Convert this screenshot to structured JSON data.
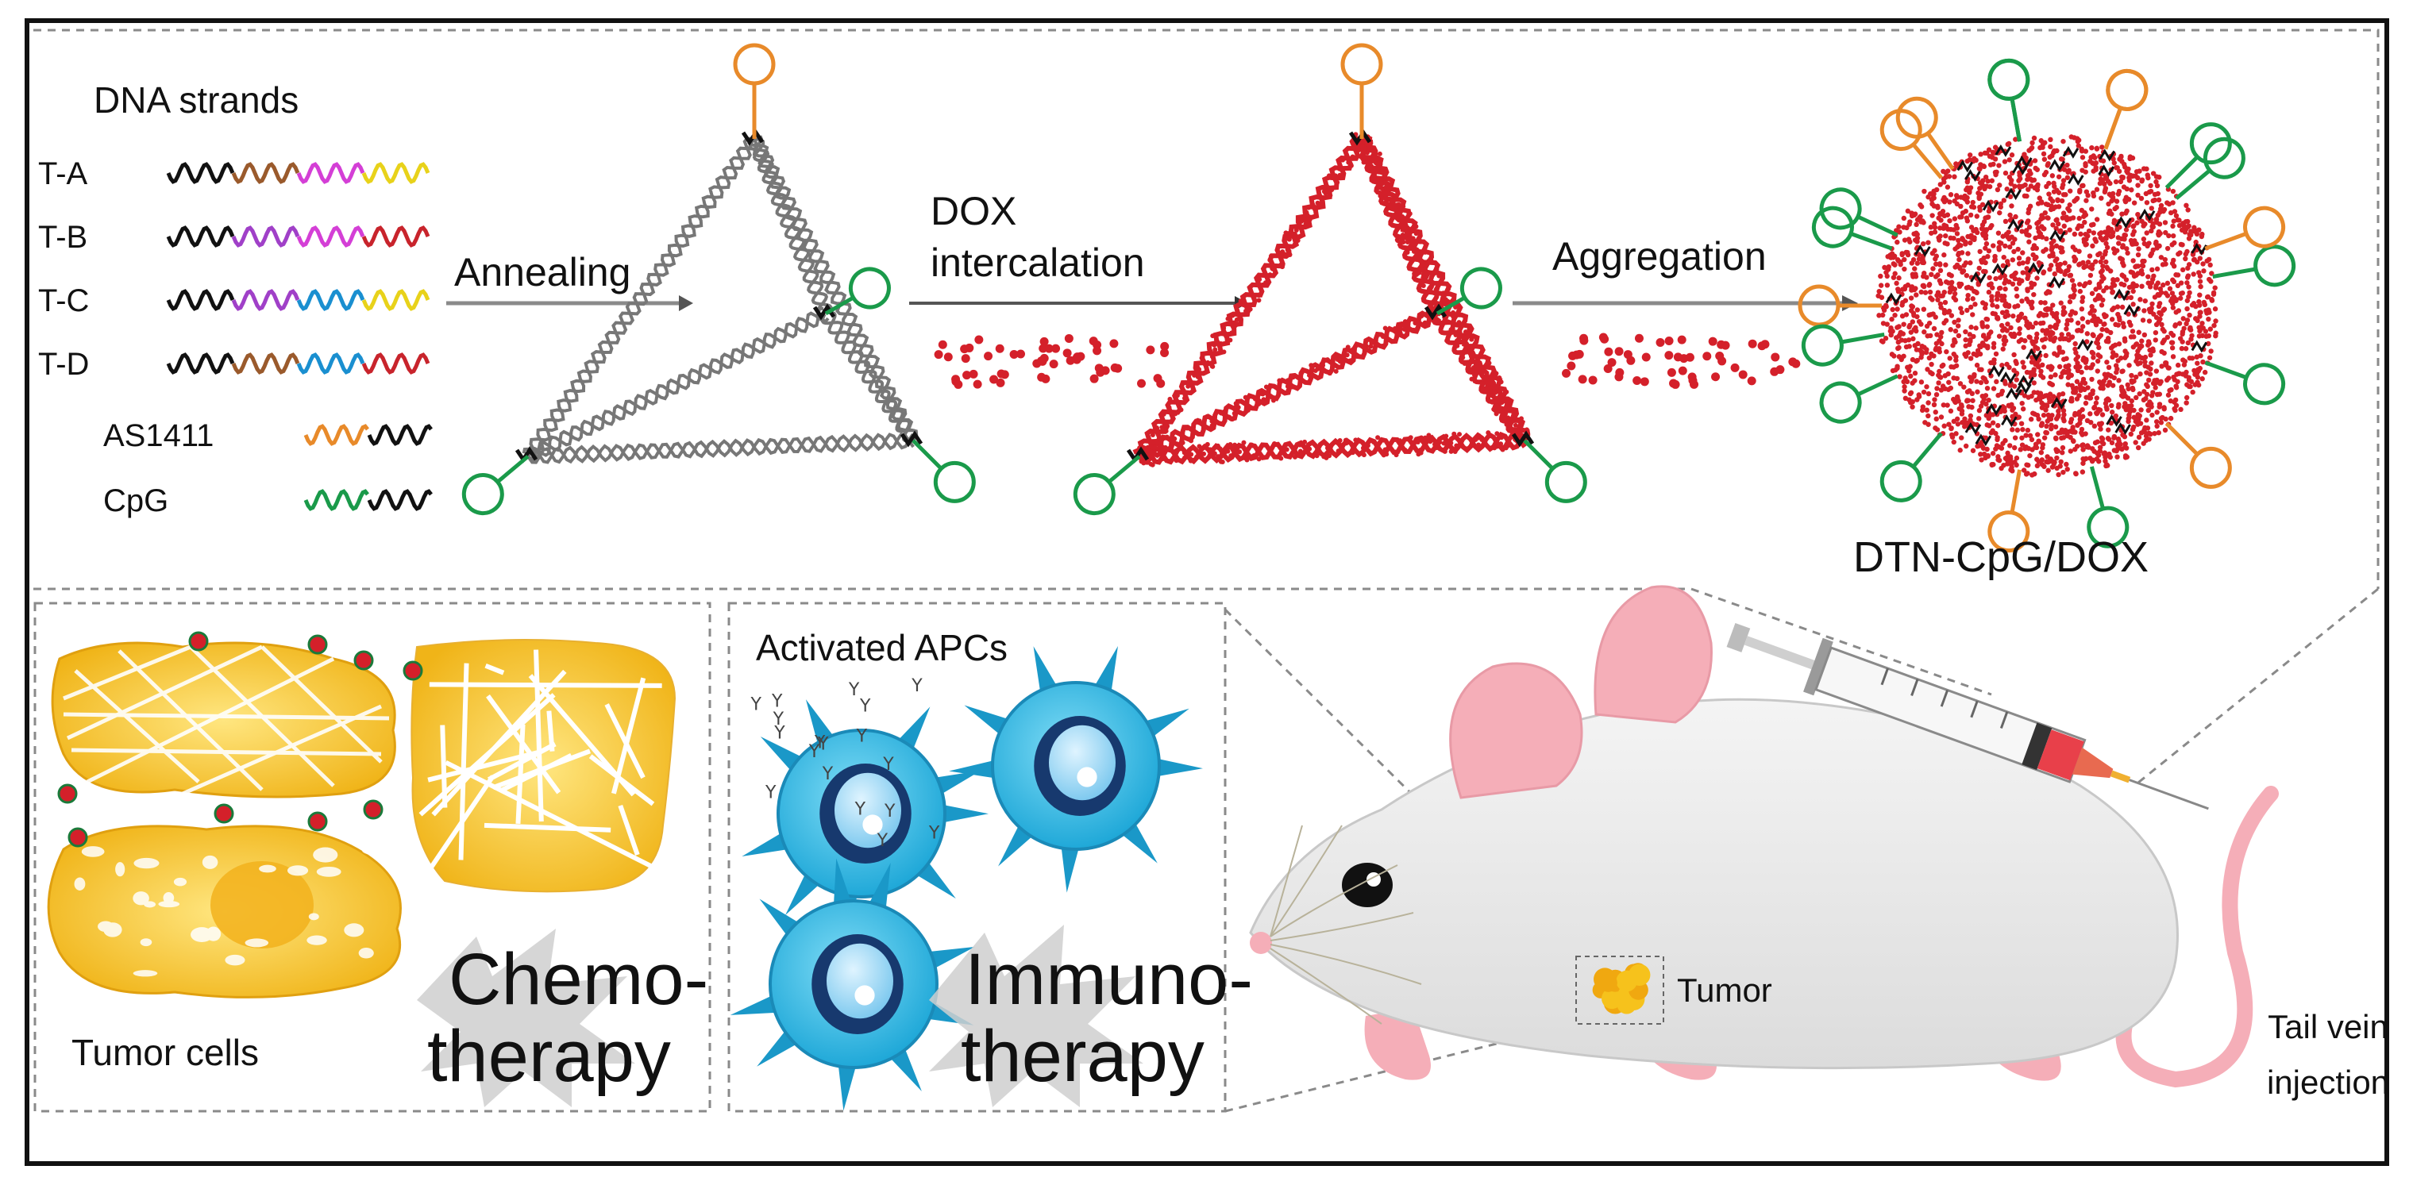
{
  "strands": {
    "heading": "DNA strands",
    "items": [
      {
        "label": "T-A",
        "colors": [
          "#111111",
          "#9a5a2c",
          "#d43fd6",
          "#e8d21a"
        ]
      },
      {
        "label": "T-B",
        "colors": [
          "#111111",
          "#a040c8",
          "#d43fd6",
          "#c8242c"
        ]
      },
      {
        "label": "T-C",
        "colors": [
          "#111111",
          "#a040c8",
          "#1a8fd0",
          "#e8d21a"
        ]
      },
      {
        "label": "T-D",
        "colors": [
          "#111111",
          "#9a5a2c",
          "#1a8fd0",
          "#c8242c"
        ]
      },
      {
        "label": "AS1411",
        "colors": [
          "#e88a2a",
          "#111111"
        ]
      },
      {
        "label": "CpG",
        "colors": [
          "#1a9a4a",
          "#111111"
        ]
      }
    ]
  },
  "steps": {
    "annealing": "Annealing",
    "dox_line1": "DOX",
    "dox_line2": "intercalation",
    "aggregation": "Aggregation",
    "product": "DTN-CpG/DOX"
  },
  "bottom": {
    "tumor_cells": "Tumor cells",
    "chemo_line1": "Chemo-",
    "chemo_line2": "therapy",
    "apcs": "Activated APCs",
    "immuno_line1": "Immuno-",
    "immuno_line2": "therapy",
    "tumor": "Tumor",
    "inj_line1": "Tail vein",
    "inj_line2": "injection"
  },
  "colors": {
    "dox_red": "#d4202a",
    "cpg_green": "#1a9a4a",
    "aptamer_orange": "#e88a2a",
    "tumor_yellow": "#f4c020",
    "apc_blue": "#29b6e0",
    "mouse_pink": "#f5aeb8"
  }
}
